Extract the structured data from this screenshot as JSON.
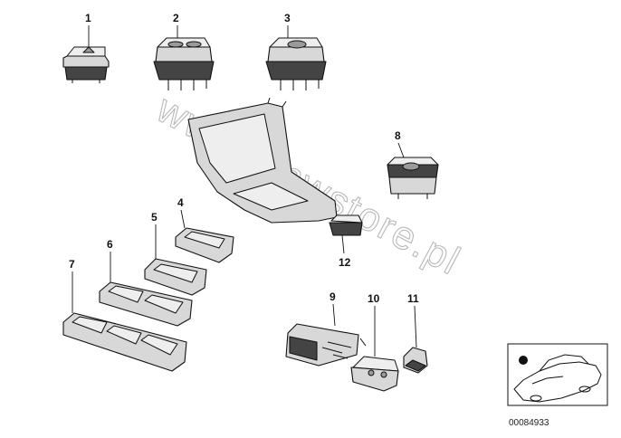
{
  "watermark": "www.bmwstore.pl",
  "callouts": [
    "1",
    "2",
    "3",
    "4",
    "5",
    "6",
    "7",
    "8",
    "9",
    "10",
    "11",
    "12"
  ],
  "reference_code": "00084933",
  "colors": {
    "line": "#111111",
    "part_fill": "#d8d8d8",
    "watermark": "#b9b9b9"
  }
}
